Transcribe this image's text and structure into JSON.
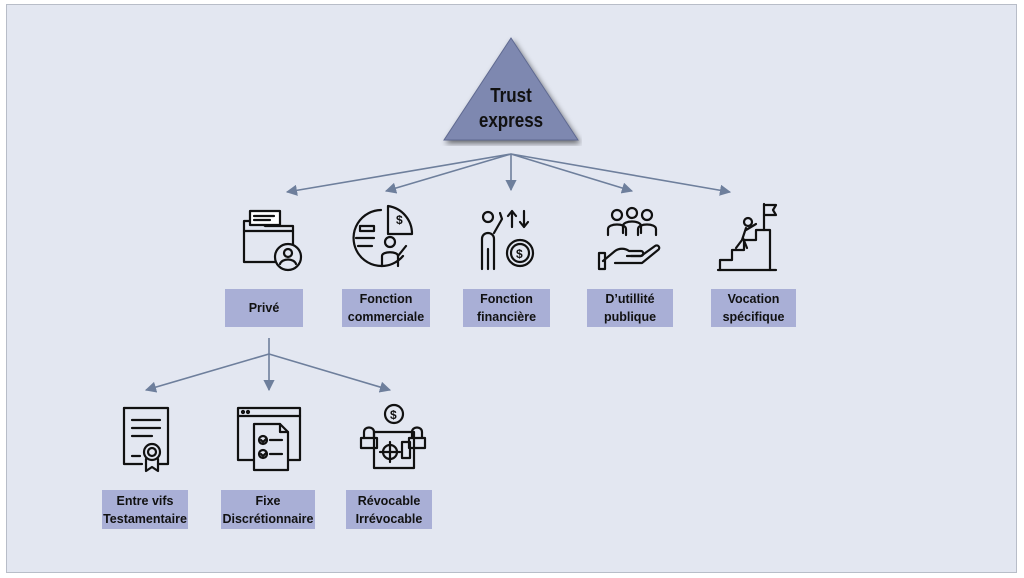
{
  "root": {
    "label": "Trust\nexpress"
  },
  "level1": [
    {
      "label": "Privé",
      "icon": "folder-user-icon"
    },
    {
      "label": "Fonction\ncommerciale",
      "icon": "business-pie-chart-icon"
    },
    {
      "label": "Fonction\nfinancière",
      "icon": "person-money-exchange-icon"
    },
    {
      "label": "D’utillité\npublique",
      "icon": "hand-community-icon"
    },
    {
      "label": "Vocation\nspécifique",
      "icon": "stairs-flag-goal-icon"
    }
  ],
  "level2": [
    {
      "label": "Entre vifs\nTestamentaire",
      "icon": "certificate-icon"
    },
    {
      "label": "Fixe\nDiscrétionnaire",
      "icon": "checklist-document-icon"
    },
    {
      "label": "Révocable\nIrrévocable",
      "icon": "money-lock-safe-icon"
    }
  ],
  "colors": {
    "background": "#e3e7f1",
    "triangle": "#7e88b0",
    "label_box": "#a9afd6",
    "arrow": "#6e7f9c"
  }
}
